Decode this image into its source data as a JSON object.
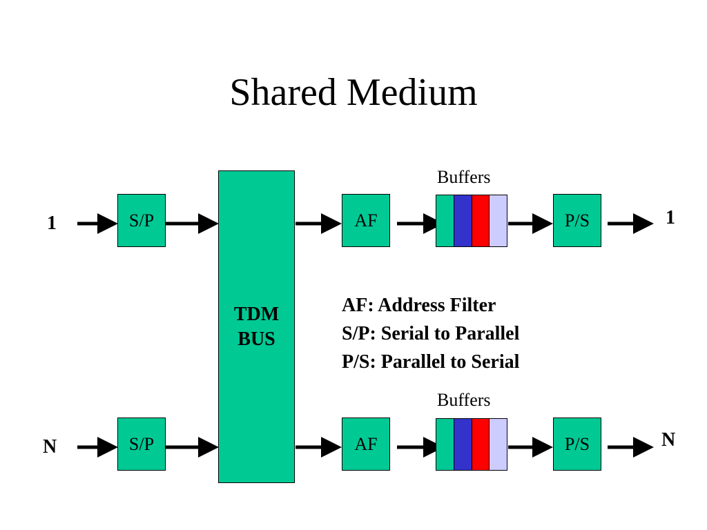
{
  "title": "Shared Medium",
  "bus_label_line1": "TDM",
  "bus_label_line2": "BUS",
  "rows": [
    {
      "input_label": "1",
      "output_label": "1",
      "sp_label": "S/P",
      "af_label": "AF",
      "buffers_label": "Buffers",
      "ps_label": "P/S"
    },
    {
      "input_label": "N",
      "output_label": "N",
      "sp_label": "S/P",
      "af_label": "AF",
      "buffers_label": "Buffers",
      "ps_label": "P/S"
    }
  ],
  "buffer_cell_colors": [
    "#00c994",
    "#3333cc",
    "#ff0000",
    "#ccccff"
  ],
  "box_color": "#00c994",
  "legend": [
    "AF: Address Filter",
    "S/P: Serial to Parallel",
    "P/S: Parallel to Serial"
  ]
}
